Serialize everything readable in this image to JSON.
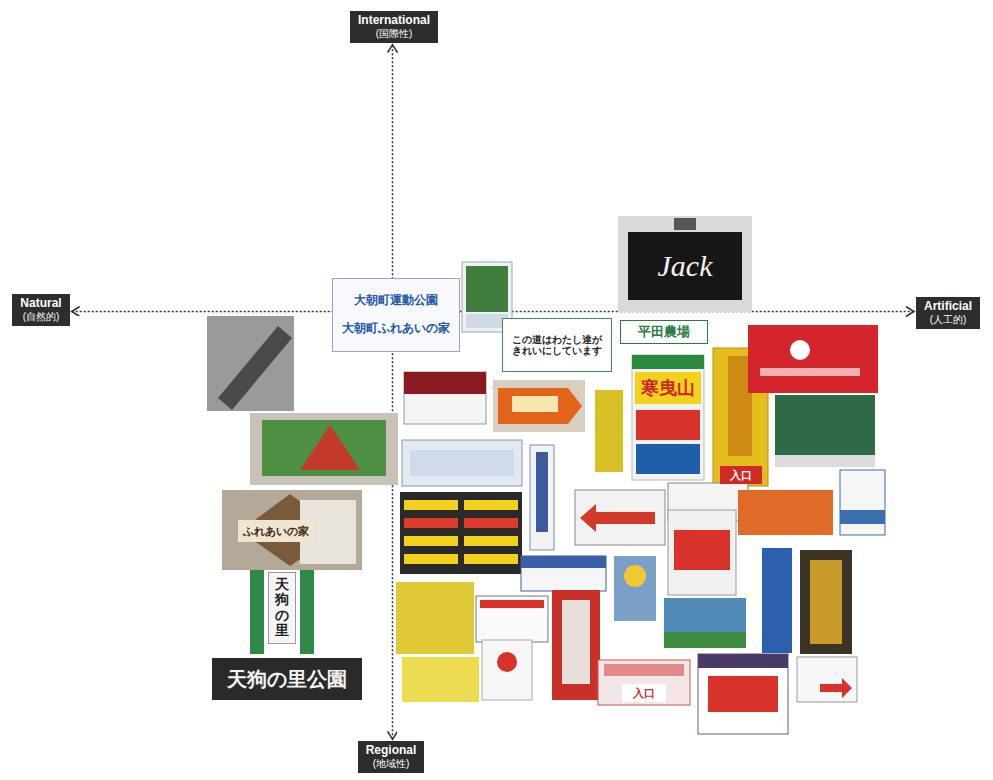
{
  "diagram": {
    "nodes": [
      {
        "text": [
          "International",
          "(国際性)"
        ]
      },
      {
        "text": [
          "Jack"
        ]
      },
      {
        "text": [
          "Natural",
          "(自然的)"
        ]
      },
      {
        "text": [
          "大朝町運動公園",
          "大朝町ふれあいの家"
        ]
      },
      {
        "text": [
          "Artificial",
          "(人工的)"
        ]
      },
      {
        "text": [
          "この道はわたし達が きれいにしています"
        ]
      },
      {
        "text": [
          "平田農場"
        ]
      },
      {
        "text": [
          "寒曳山"
        ]
      },
      {
        "text": [
          "入口"
        ]
      },
      {
        "text": [
          "ふれあいの家"
        ]
      },
      {
        "text": [
          "天狗の里"
        ]
      },
      {
        "text": [
          "天狗の里公園"
        ]
      },
      {
        "text": [
          "入口"
        ]
      },
      {
        "text": [
          "Regional",
          "(地域性)"
        ]
      }
    ],
    "edges": [
      {
        "from": 13,
        "to": 0,
        "arrow": "both"
      },
      {
        "from": 2,
        "to": 4,
        "arrow": "both"
      }
    ]
  }
}
